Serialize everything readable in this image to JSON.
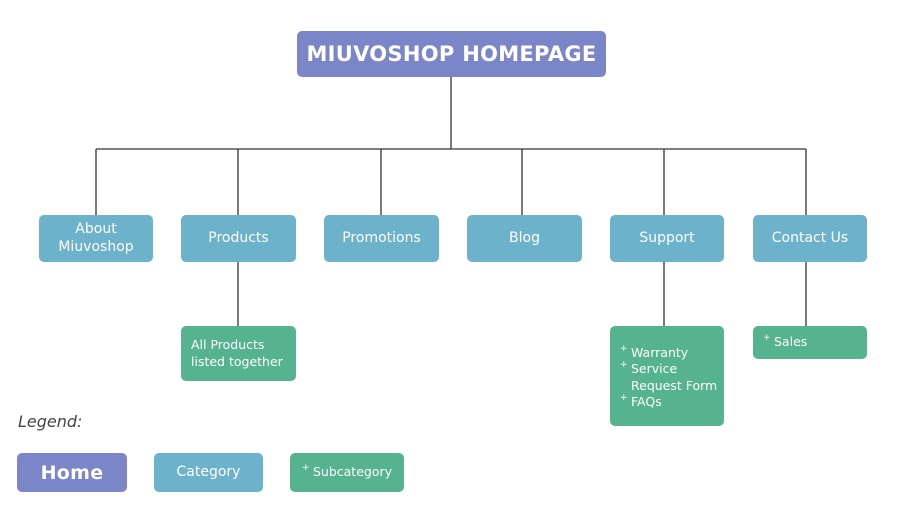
{
  "root": {
    "label": "MIUVOSHOP HOMEPAGE"
  },
  "categories": [
    {
      "label": "About Miuvoshop"
    },
    {
      "label": "Products"
    },
    {
      "label": "Promotions"
    },
    {
      "label": "Blog"
    },
    {
      "label": "Support"
    },
    {
      "label": "Contact Us"
    }
  ],
  "subnodes": {
    "products": {
      "text": "All Products listed together"
    },
    "support": {
      "items": [
        "Warranty",
        "Service Request Form",
        "FAQs"
      ]
    },
    "contact": {
      "items": [
        "Sales"
      ]
    }
  },
  "legend": {
    "title": "Legend:",
    "home": "Home",
    "category": "Category",
    "subcategory": "Subcategory"
  },
  "colors": {
    "home": "#7b86c8",
    "category": "#6cb2cb",
    "subcategory": "#56b38f",
    "connector": "#333333"
  }
}
